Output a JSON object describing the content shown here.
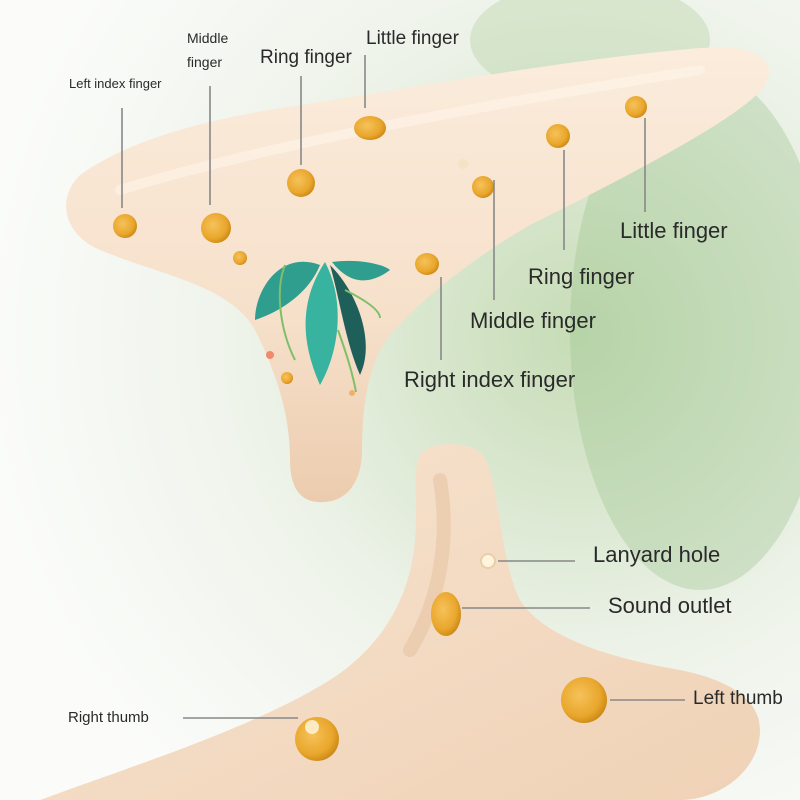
{
  "top_view": {
    "labels": {
      "left_index_finger": "Left index finger",
      "middle_finger_left": "Middle\nfinger",
      "ring_finger_left": "Ring finger",
      "little_finger_left": "Little finger",
      "little_finger_right": "Little finger",
      "ring_finger_right": "Ring finger",
      "middle_finger_right": "Middle finger",
      "right_index_finger": "Right index finger"
    }
  },
  "bottom_view": {
    "labels": {
      "lanyard_hole": "Lanyard hole",
      "sound_outlet": "Sound outlet",
      "left_thumb": "Left thumb",
      "right_thumb": "Right thumb"
    }
  },
  "colors": {
    "ocarina_body": "#f6e1cc",
    "hole": "#e9a62c",
    "leader_line": "#888888",
    "leaf_teal": "#2f9e8e",
    "leaf_dark": "#1f5f5a",
    "sprig_green": "#7fbf6a"
  }
}
